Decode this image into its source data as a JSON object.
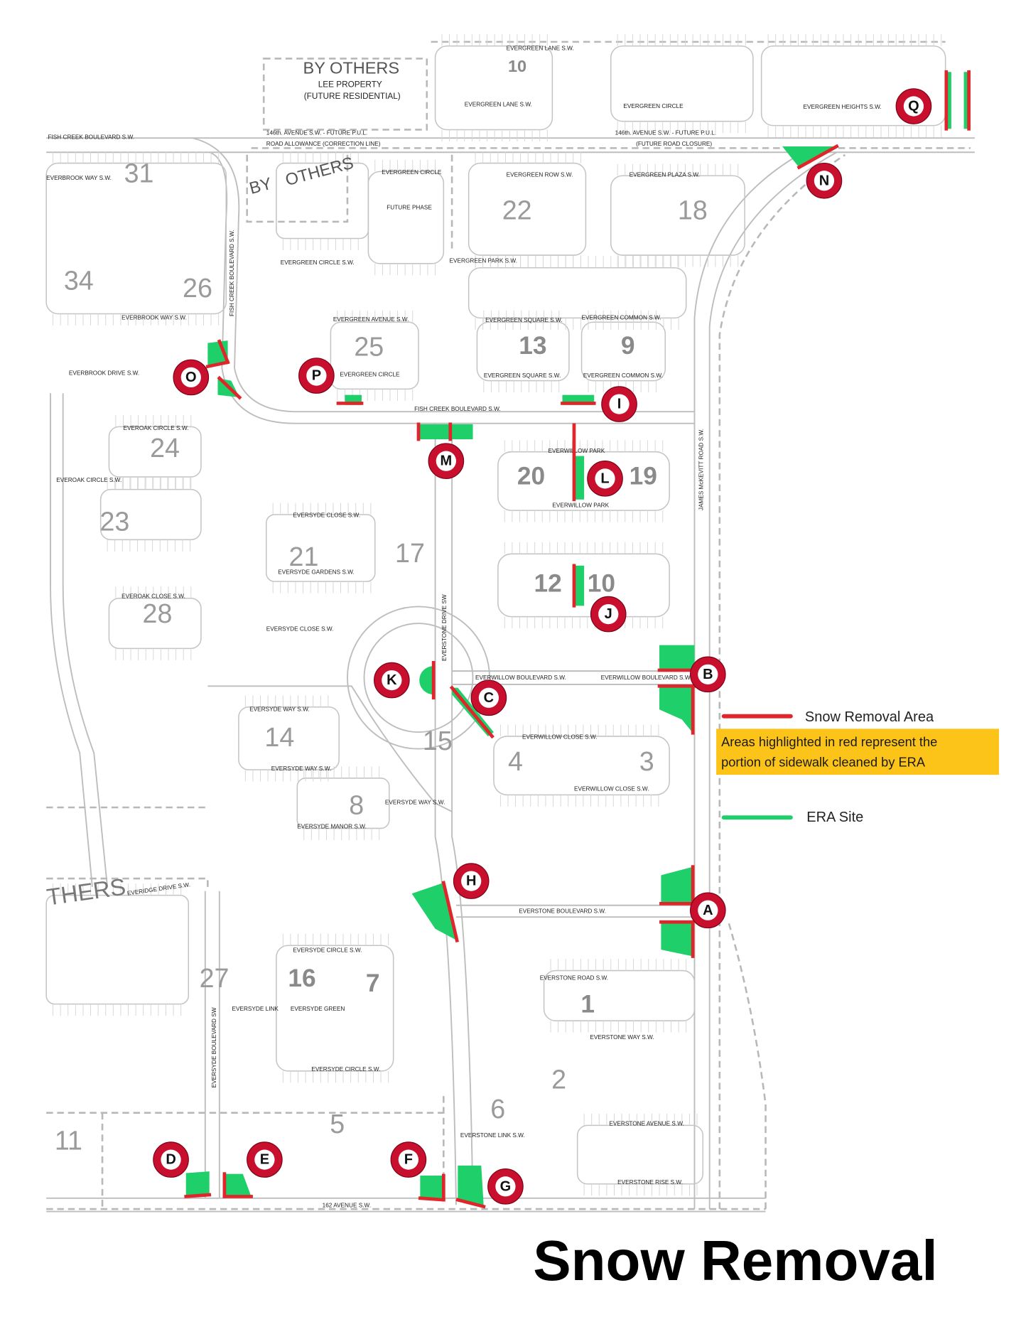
{
  "title": "Snow Removal",
  "legend": {
    "snow_removal_label": "Snow Removal Area",
    "note": [
      "Areas highlighted in red represent the",
      "portion of sidewalk cleaned by ERA"
    ],
    "era_site_label": "ERA Site",
    "colors": {
      "snow_removal": "#e0262a",
      "era_site": "#1ecf6a",
      "note_bg": "#fcc419",
      "marker": "#c8102e"
    }
  },
  "markers": [
    "Q",
    "N",
    "O",
    "P",
    "I",
    "M",
    "L",
    "J",
    "B",
    "K",
    "C",
    "H",
    "A",
    "D",
    "E",
    "F",
    "G"
  ],
  "communities": [
    "31",
    "34",
    "26",
    "25",
    "13",
    "9",
    "22",
    "18",
    "10",
    "24",
    "23",
    "28",
    "21",
    "17",
    "20",
    "19",
    "12",
    "10",
    "14",
    "15",
    "4",
    "3",
    "8",
    "27",
    "16",
    "7",
    "1",
    "2",
    "6",
    "5",
    "11"
  ],
  "by_others": [
    "BY   OTHERS",
    "LEE PROPERTY",
    "(FUTURE RESIDENTIAL)",
    "BY",
    "OTHERS",
    "THERS"
  ],
  "streets": [
    "FISH CREEK BOULEVARD S.W.",
    "146th. AVENUE S.W. - FUTURE P.U.L.",
    "ROAD ALLOWANCE (CORRECTION LINE)",
    "146th. AVENUE S.W. - FUTURE P.U.L.",
    "(FUTURE ROAD CLOSURE)",
    "EVERGREEN LANE S.W.",
    "EVERGREEN LANE S.W.",
    "EVERGREEN CIRCLE",
    "EVERGREEN HEIGHTS S.W.",
    "EVERGREEN ROW S.W.",
    "EVERGREEN PLAZA S.W.",
    "EVERGREEN CIRCLE S.W.",
    "EVERGREEN PARK S.W.",
    "EVERGREEN AVENUE S.W.",
    "EVERGREEN CIRCLE",
    "EVERGREEN SQUARE S.W.",
    "EVERGREEN SQUARE S.W.",
    "EVERGREEN COMMON S.W.",
    "EVERGREEN COMMON S.W.",
    "FISH CREEK BOULEVARD S.W.",
    "EVERBROOK WAY S.W.",
    "EVERBROOK WAY S.W.",
    "EVERBROOK DRIVE S.W.",
    "EVEROAK CIRCLE S.W.",
    "EVEROAK CIRCLE S.W.",
    "EVEROAK CLOSE S.W.",
    "EVERWILLOW PARK",
    "EVERWILLOW PARK",
    "EVERSYDE CLOSE S.W.",
    "EVERSYDE GARDENS S.W.",
    "EVERSYDE CLOSE S.W.",
    "EVERWILLOW BOULEVARD S.W.",
    "EVERWILLOW BOULEVARD S.W.",
    "EVERWILLOW CLOSE S.W.",
    "EVERWILLOW CLOSE S.W.",
    "EVERSYDE WAY S.W.",
    "EVERSYDE WAY S.W.",
    "EVERSYDE WAY S.W.",
    "EVERSYDE MANOR S.W.",
    "EVERIDGE DRIVE S.W.",
    "EVERSTONE BOULEVARD S.W.",
    "EVERSYDE CIRCLE S.W.",
    "EVERSYDE GREEN",
    "EVERSYDE CIRCLE S.W.",
    "EVERSTONE ROAD S.W.",
    "EVERSTONE WAY S.W.",
    "EVERSTONE AVENUE S.W.",
    "EVERSTONE RISE S.W.",
    "EVERSTONE LINK S.W.",
    "162 AVENUE S.W.",
    "JAMES McKEVITT ROAD S.W.",
    "EVERSTONE DRIVE SW",
    "EVERSYDE BOULEVARD SW",
    "FISH CREEK BOULEVARD S.W.",
    "FUTURE PHASE",
    "EVERSYDE LINK",
    "EVERGREEN CIRCLE"
  ]
}
